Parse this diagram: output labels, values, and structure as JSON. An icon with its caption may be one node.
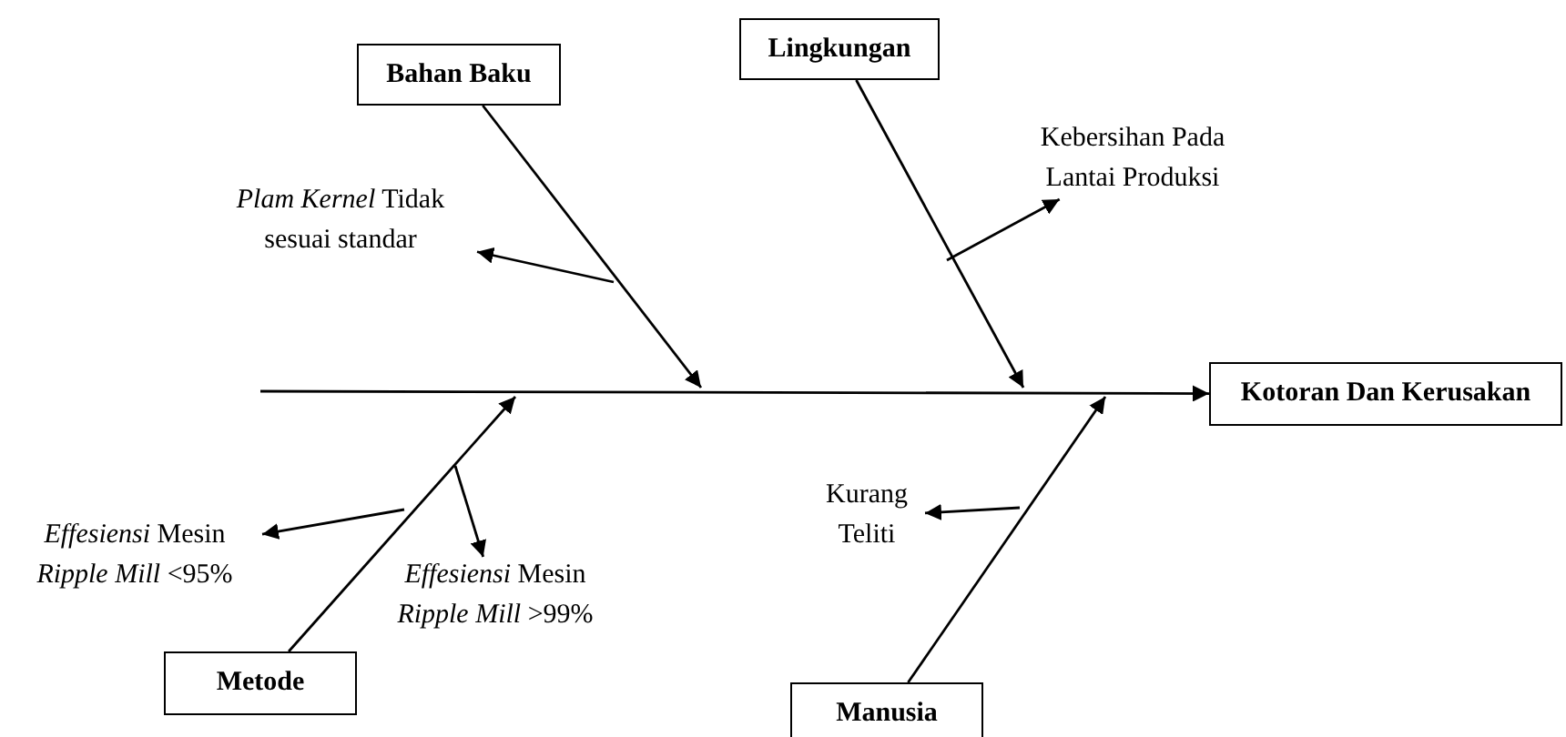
{
  "diagram": {
    "nodes": [
      {
        "text": [
          "Bahan Baku"
        ]
      },
      {
        "text": [
          "Lingkungan"
        ]
      },
      {
        "text": [
          "Kotoran Dan Kerusakan"
        ]
      },
      {
        "text": [
          "Metode"
        ]
      },
      {
        "text": [
          "Manusia"
        ]
      },
      {
        "text": [
          "*Plam Kernel* Tidak sesuai standar"
        ]
      },
      {
        "text": [
          "Kebersihan Pada Lantai Produksi"
        ]
      },
      {
        "text": [
          "*Effesiensi* Mesin *Ripple Mill* <95%"
        ]
      },
      {
        "text": [
          "*Effesiensi* Mesin *Ripple Mill* >99%"
        ]
      },
      {
        "text": [
          "Kurang Teliti"
        ]
      }
    ],
    "edges": [
      {
        "from": null,
        "to": 2,
        "arrow": "to"
      },
      {
        "from": 0,
        "to": null,
        "arrow": "to"
      },
      {
        "from": 1,
        "to": null,
        "arrow": "to"
      },
      {
        "from": 3,
        "to": null,
        "arrow": "to"
      },
      {
        "from": 4,
        "to": null,
        "arrow": "to"
      },
      {
        "from": null,
        "to": 5,
        "arrow": "to"
      },
      {
        "from": null,
        "to": 6,
        "arrow": "to"
      },
      {
        "from": null,
        "to": 7,
        "arrow": "to"
      },
      {
        "from": null,
        "to": 8,
        "arrow": "to"
      },
      {
        "from": null,
        "to": 9,
        "arrow": "to"
      }
    ]
  }
}
